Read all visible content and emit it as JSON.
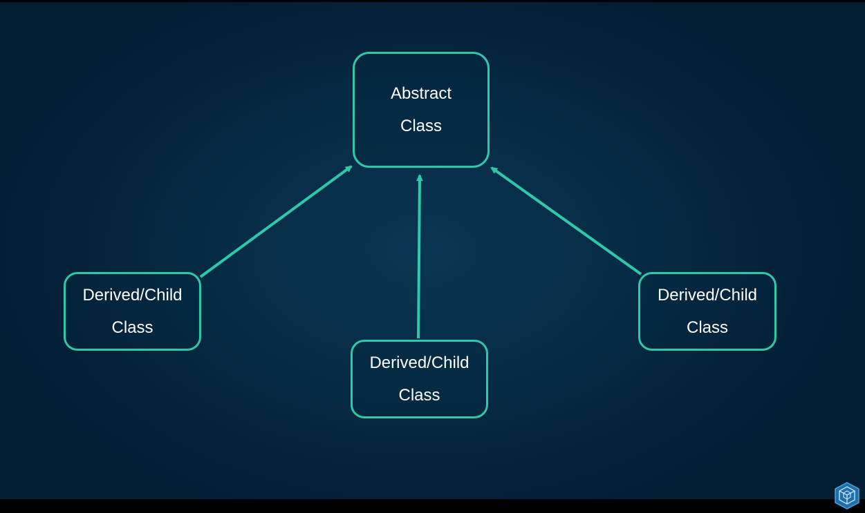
{
  "diagram": {
    "nodes": [
      {
        "id": "abstract",
        "lines": [
          "Abstract",
          "Class"
        ]
      },
      {
        "id": "left",
        "lines": [
          "Derived/Child",
          "Class"
        ]
      },
      {
        "id": "center",
        "lines": [
          "Derived/Child",
          "Class"
        ]
      },
      {
        "id": "right",
        "lines": [
          "Derived/Child",
          "Class"
        ]
      }
    ],
    "edges": [
      {
        "from": "left",
        "to": "abstract",
        "arrow": "to"
      },
      {
        "from": "center",
        "to": "abstract",
        "arrow": "to"
      },
      {
        "from": "right",
        "to": "abstract",
        "arrow": "to"
      }
    ]
  },
  "colors": {
    "accent": "#2ec9a8",
    "background": "#072c46",
    "text": "#ffffff"
  },
  "logo": {
    "icon": "hexagon-cube-icon"
  }
}
